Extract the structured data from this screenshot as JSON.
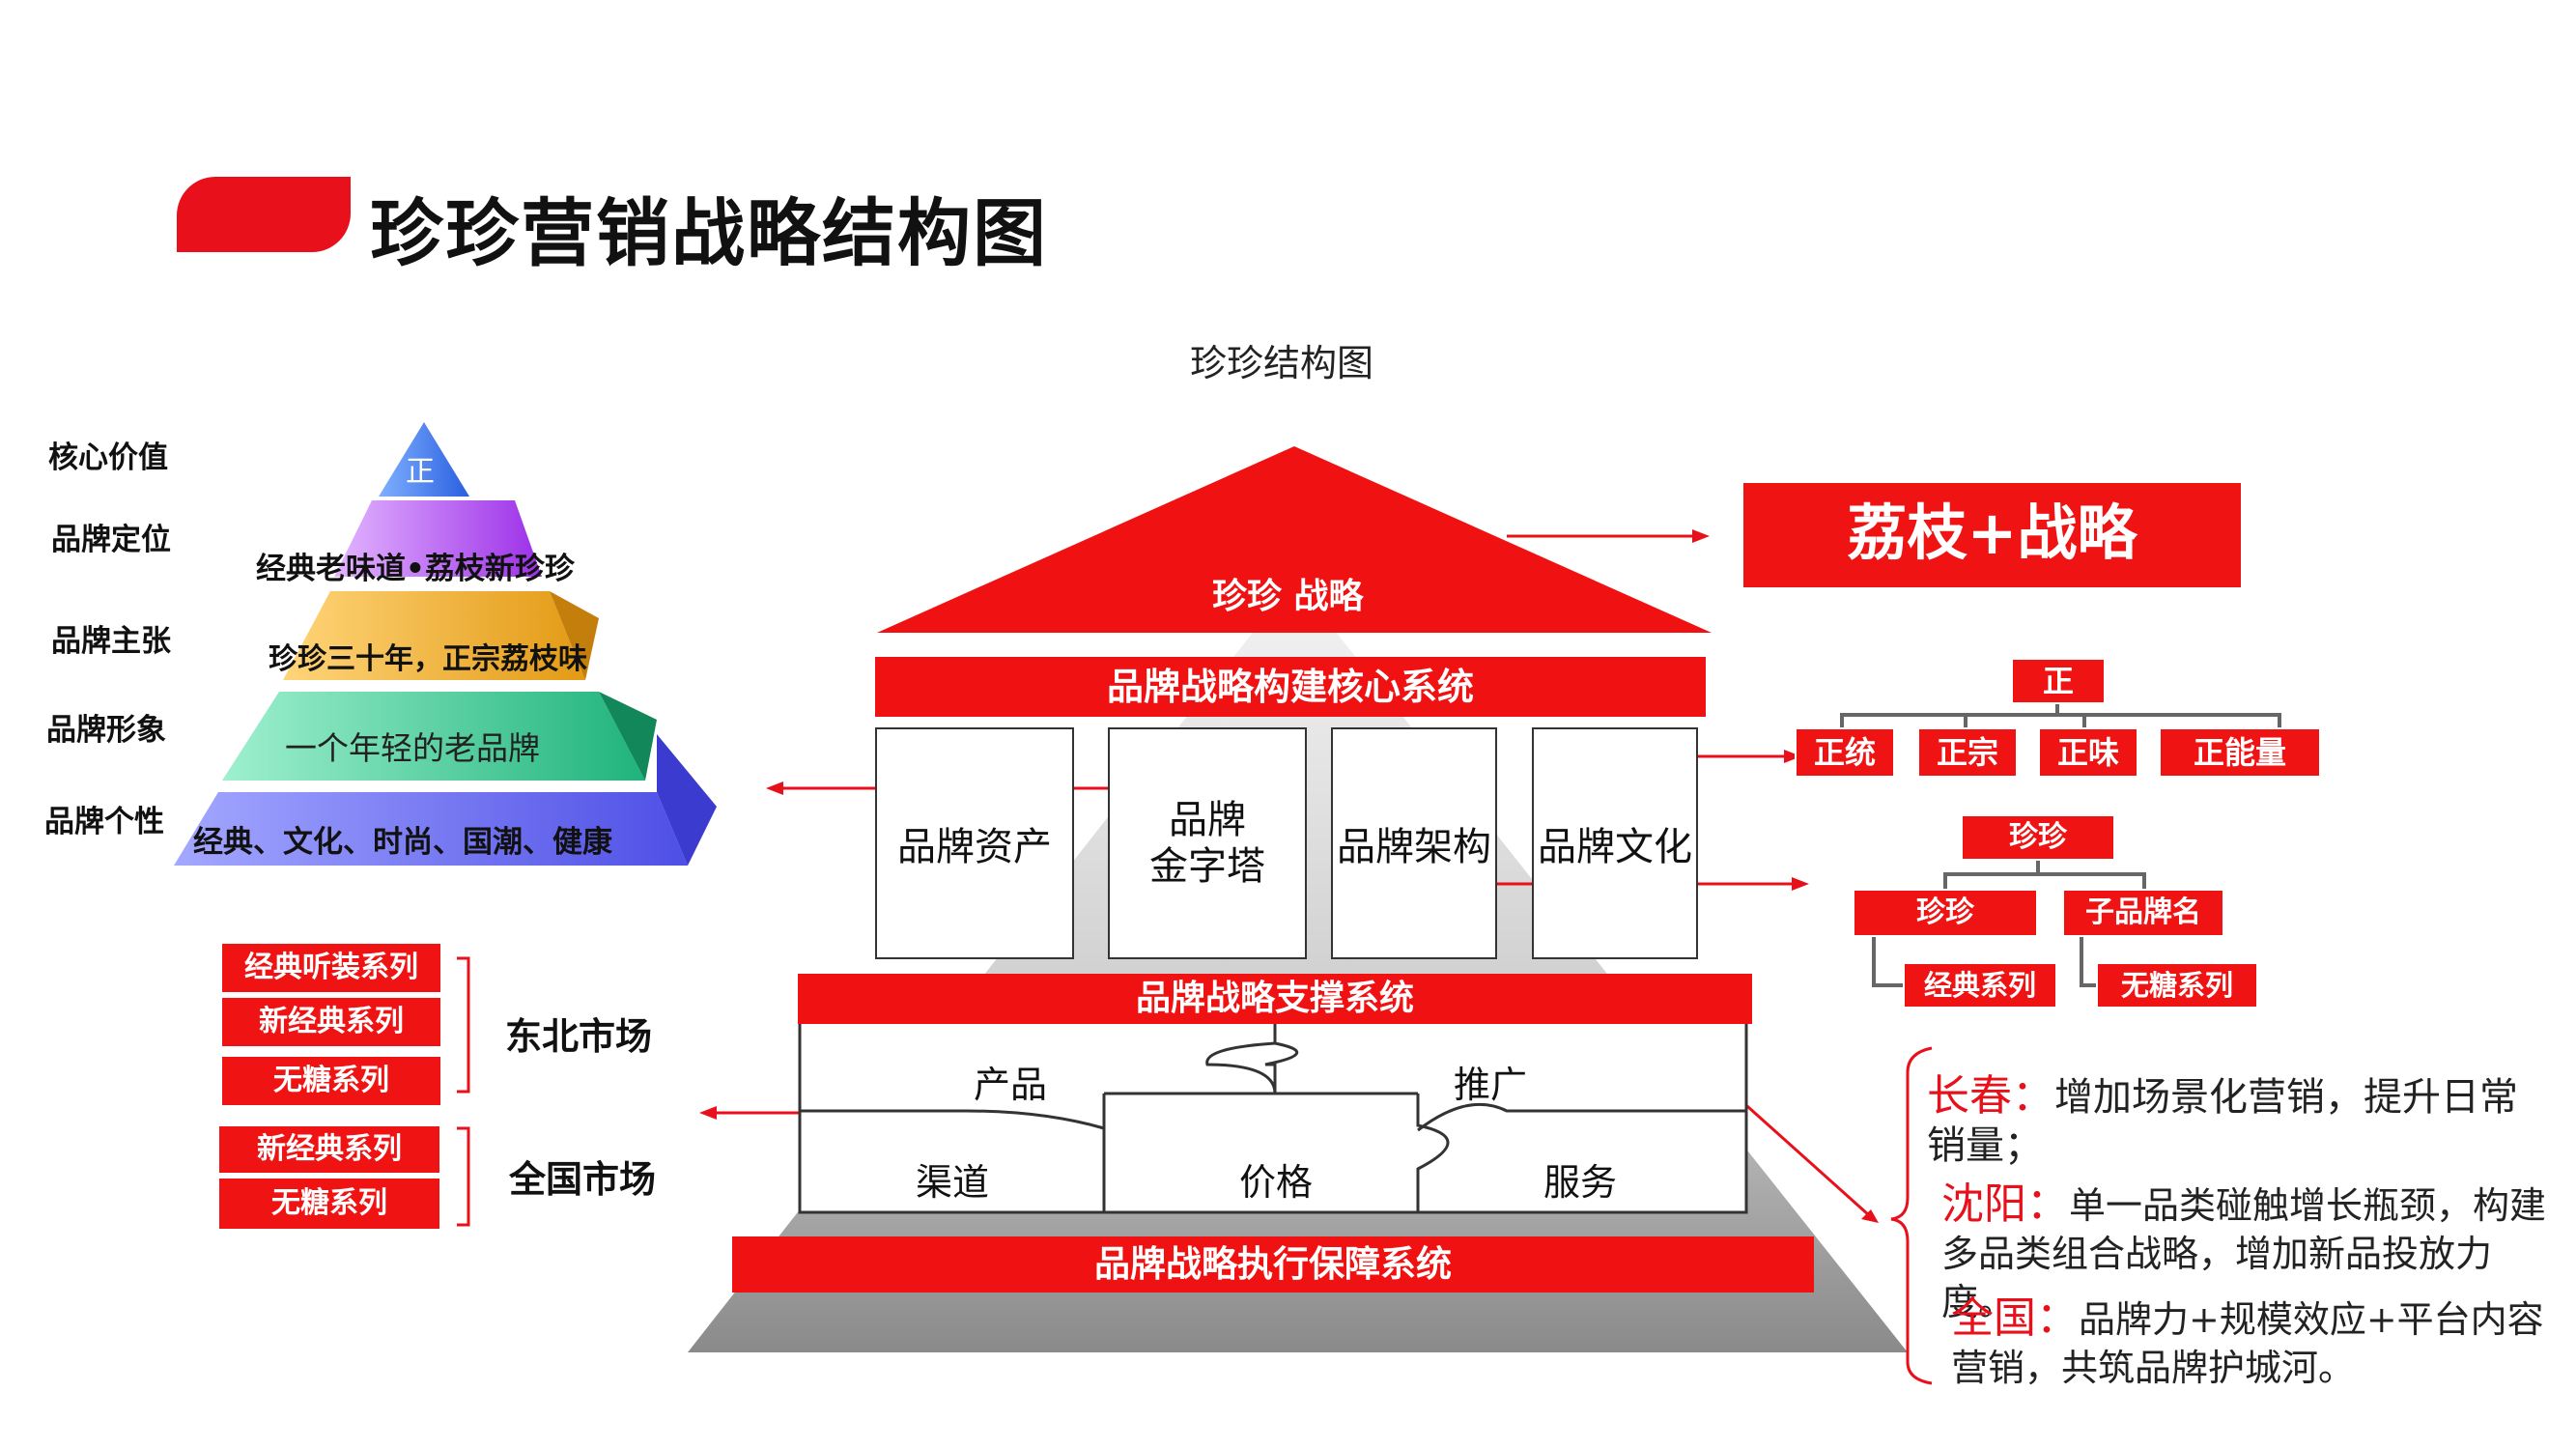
{
  "header": {
    "title": "珍珍营销战略结构图",
    "subtitle": "珍珍结构图"
  },
  "pyramid": {
    "labels": [
      "核心价值",
      "品牌定位",
      "品牌主张",
      "品牌形象",
      "品牌个性"
    ],
    "layers": [
      "正",
      "经典老味道•荔枝新珍珍",
      "珍珍三十年，正宗荔枝味",
      "一个年轻的老品牌",
      "经典、文化、时尚、国潮、健康"
    ]
  },
  "house": {
    "roof_label": "珍珍 战略",
    "core_system": "品牌战略构建核心系统",
    "pillars": [
      "品牌资产",
      "品牌\n金字塔",
      "品牌架构",
      "品牌文化"
    ],
    "support_system": "品牌战略支撑系统",
    "puzzle": [
      "产品",
      "推广",
      "渠道",
      "价格",
      "服务"
    ],
    "execution_system": "品牌战略执行保障系统"
  },
  "strategy": {
    "main": "荔枝+战略",
    "tree1_root": "正",
    "tree1_children": [
      "正统",
      "正宗",
      "正味",
      "正能量"
    ],
    "tree2_root": "珍珍",
    "tree2_mid": [
      "珍珍",
      "子品牌名"
    ],
    "tree2_leaves": [
      "经典系列",
      "无糖系列"
    ]
  },
  "markets": {
    "northeast_label": "东北市场",
    "northeast_items": [
      "经典听装系列",
      "新经典系列",
      "无糖系列"
    ],
    "national_label": "全国市场",
    "national_items": [
      "新经典系列",
      "无糖系列"
    ]
  },
  "cities": [
    {
      "city": "长春：",
      "text": "增加场景化营销，提升日常销量；"
    },
    {
      "city": "沈阳：",
      "text": "单一品类碰触增长瓶颈，构建多品类组合战略，增加新品投放力度。"
    },
    {
      "city": "全国：",
      "text": "品牌力+规模效应+平台内容营销，共筑品牌护城河。"
    }
  ],
  "colors": {
    "accent": "#e8101b"
  }
}
